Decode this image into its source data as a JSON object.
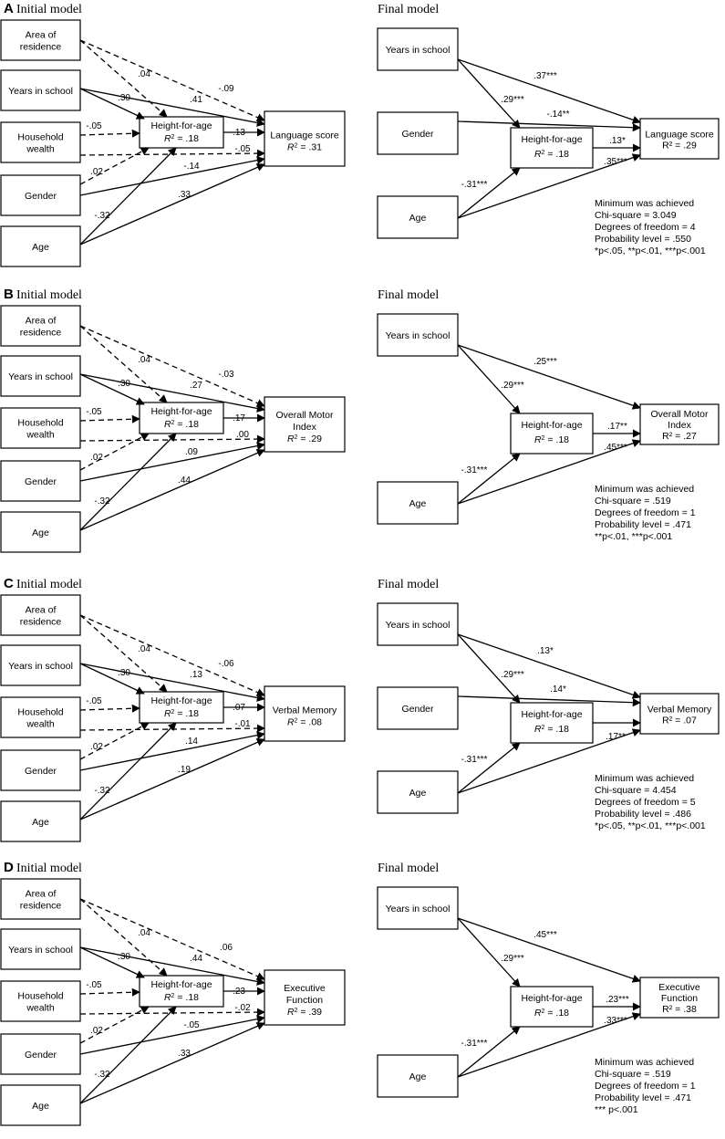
{
  "panels": [
    {
      "letter": "A",
      "initial": {
        "title": "Initial model",
        "nodes": {
          "area": "Area of\nresidence",
          "years": "Years in school",
          "wealth": "Household\nwealth",
          "gender": "Gender",
          "age": "Age",
          "hfa": "Height-for-age",
          "hfa_r2": ".18",
          "outcome": "Language score",
          "outcome_r2": ".31"
        },
        "coefs": {
          "area_hfa": ".04",
          "area_out": "-.09",
          "years_hfa": ".30",
          "years_out": ".41",
          "wealth_hfa": "-.05",
          "wealth_out": "-.05",
          "gender_hfa": ".02",
          "gender_out": "-.14",
          "age_hfa": "-.32",
          "age_out": ".33",
          "hfa_out": ".13"
        }
      },
      "final": {
        "title": "Final model",
        "nodes": {
          "years": "Years in school",
          "mid": "Gender",
          "age": "Age",
          "hfa": "Height-for-age",
          "hfa_r2": ".18",
          "outcome": "Language score",
          "outcome_r2": "R² = .29"
        },
        "coefs": {
          "years_out": ".37***",
          "years_hfa": ".29***",
          "mid_out": "-.14**",
          "age_hfa": "-.31***",
          "hfa_out": ".13*",
          "age_out": ".35***"
        },
        "stats": [
          "Minimum was achieved",
          "Chi-square = 3.049",
          "Degrees of freedom = 4",
          "Probability level = .550",
          "*p<.05, **p<.01, ***p<.001"
        ]
      }
    },
    {
      "letter": "B",
      "initial": {
        "title": "Initial model",
        "nodes": {
          "area": "Area of\nresidence",
          "years": "Years in school",
          "wealth": "Household\nwealth",
          "gender": "Gender",
          "age": "Age",
          "hfa": "Height-for-age",
          "hfa_r2": ".18",
          "outcome": "Overall Motor\nIndex",
          "outcome_r2": ".29"
        },
        "coefs": {
          "area_hfa": ".04",
          "area_out": "-.03",
          "years_hfa": ".30",
          "years_out": ".27",
          "wealth_hfa": "-.05",
          "wealth_out": ".00",
          "gender_hfa": ".02",
          "gender_out": ".09",
          "age_hfa": "-.32",
          "age_out": ".44",
          "hfa_out": ".17"
        }
      },
      "final": {
        "title": "Final model",
        "nodes": {
          "years": "Years in school",
          "mid": "",
          "age": "Age",
          "hfa": "Height-for-age",
          "hfa_r2": ".18",
          "outcome": "Overall Motor\nIndex",
          "outcome_r2": "R² = .27"
        },
        "coefs": {
          "years_out": ".25***",
          "years_hfa": ".29***",
          "mid_out": "",
          "age_hfa": "-.31***",
          "hfa_out": ".17**",
          "age_out": ".45***"
        },
        "stats": [
          "Minimum was achieved",
          "Chi-square = .519",
          "Degrees of freedom = 1",
          "Probability level = .471",
          "**p<.01, ***p<.001"
        ]
      }
    },
    {
      "letter": "C",
      "initial": {
        "title": "Initial model",
        "nodes": {
          "area": "Area of\nresidence",
          "years": "Years in school",
          "wealth": "Household\nwealth",
          "gender": "Gender",
          "age": "Age",
          "hfa": "Height-for-age",
          "hfa_r2": ".18",
          "outcome": "Verbal Memory",
          "outcome_r2": ".08"
        },
        "coefs": {
          "area_hfa": ".04",
          "area_out": "-.06",
          "years_hfa": ".30",
          "years_out": ".13",
          "wealth_hfa": "-.05",
          "wealth_out": "-.01",
          "gender_hfa": ".02",
          "gender_out": ".14",
          "age_hfa": "-.32",
          "age_out": ".19",
          "hfa_out": ".07"
        }
      },
      "final": {
        "title": "Final model",
        "nodes": {
          "years": "Years in school",
          "mid": "Gender",
          "age": "Age",
          "hfa": "Height-for-age",
          "hfa_r2": ".18",
          "outcome": "Verbal Memory",
          "outcome_r2": "R² = .07"
        },
        "coefs": {
          "years_out": ".13*",
          "years_hfa": ".29***",
          "mid_out": ".14*",
          "age_hfa": "-.31***",
          "hfa_out": "",
          "age_out": ".17**"
        },
        "stats": [
          "Minimum was achieved",
          "Chi-square = 4.454",
          "Degrees of freedom = 5",
          "Probability level = .486",
          "*p<.05, **p<.01, ***p<.001"
        ]
      }
    },
    {
      "letter": "D",
      "initial": {
        "title": "Initial model",
        "nodes": {
          "area": "Area of\nresidence",
          "years": "Years in school",
          "wealth": "Household\nwealth",
          "gender": "Gender",
          "age": "Age",
          "hfa": "Height-for-age",
          "hfa_r2": ".18",
          "outcome": "Executive\nFunction",
          "outcome_r2": ".39"
        },
        "coefs": {
          "area_hfa": ".04",
          "area_out": ".06",
          "years_hfa": ".30",
          "years_out": ".44",
          "wealth_hfa": "-.05",
          "wealth_out": "-.02",
          "gender_hfa": ".02",
          "gender_out": "-.05",
          "age_hfa": "-.32",
          "age_out": ".33",
          "hfa_out": ".23"
        }
      },
      "final": {
        "title": "Final model",
        "nodes": {
          "years": "Years in school",
          "mid": "",
          "age": "Age",
          "hfa": "Height-for-age",
          "hfa_r2": ".18",
          "outcome": "Executive\nFunction",
          "outcome_r2": "R² = .38"
        },
        "coefs": {
          "years_out": ".45***",
          "years_hfa": ".29***",
          "mid_out": "",
          "age_hfa": "-.31***",
          "hfa_out": ".23***",
          "age_out": ".33***"
        },
        "stats": [
          "Minimum was achieved",
          "Chi-square = .519",
          "Degrees of freedom = 1",
          "Probability level = .471",
          "*** p<.001"
        ]
      }
    }
  ]
}
